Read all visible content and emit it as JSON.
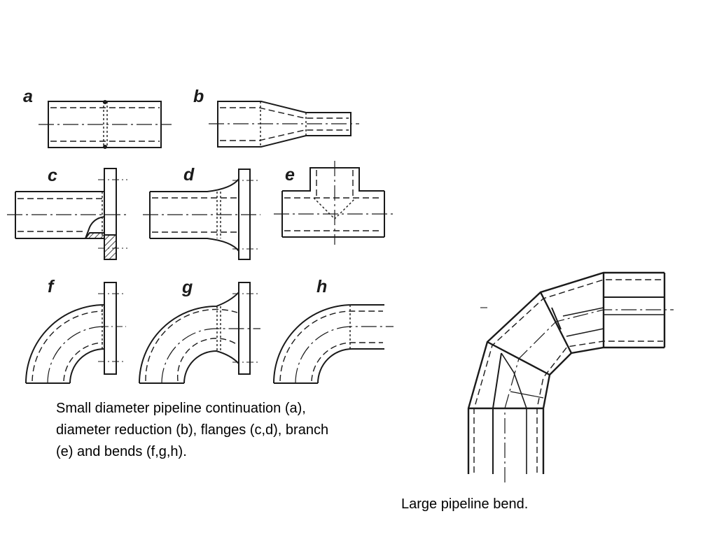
{
  "figure": {
    "stroke_color": "#1a1a1a",
    "labels": {
      "a": "a",
      "b": "b",
      "c": "c",
      "d": "d",
      "e": "e",
      "f": "f",
      "g": "g",
      "h": "h"
    },
    "caption_small": "Small diameter pipeline continuation (a),\ndiameter reduction (b), flanges (c,d), branch\n(e) and bends (f,g,h).",
    "caption_large": "Large pipeline bend."
  }
}
